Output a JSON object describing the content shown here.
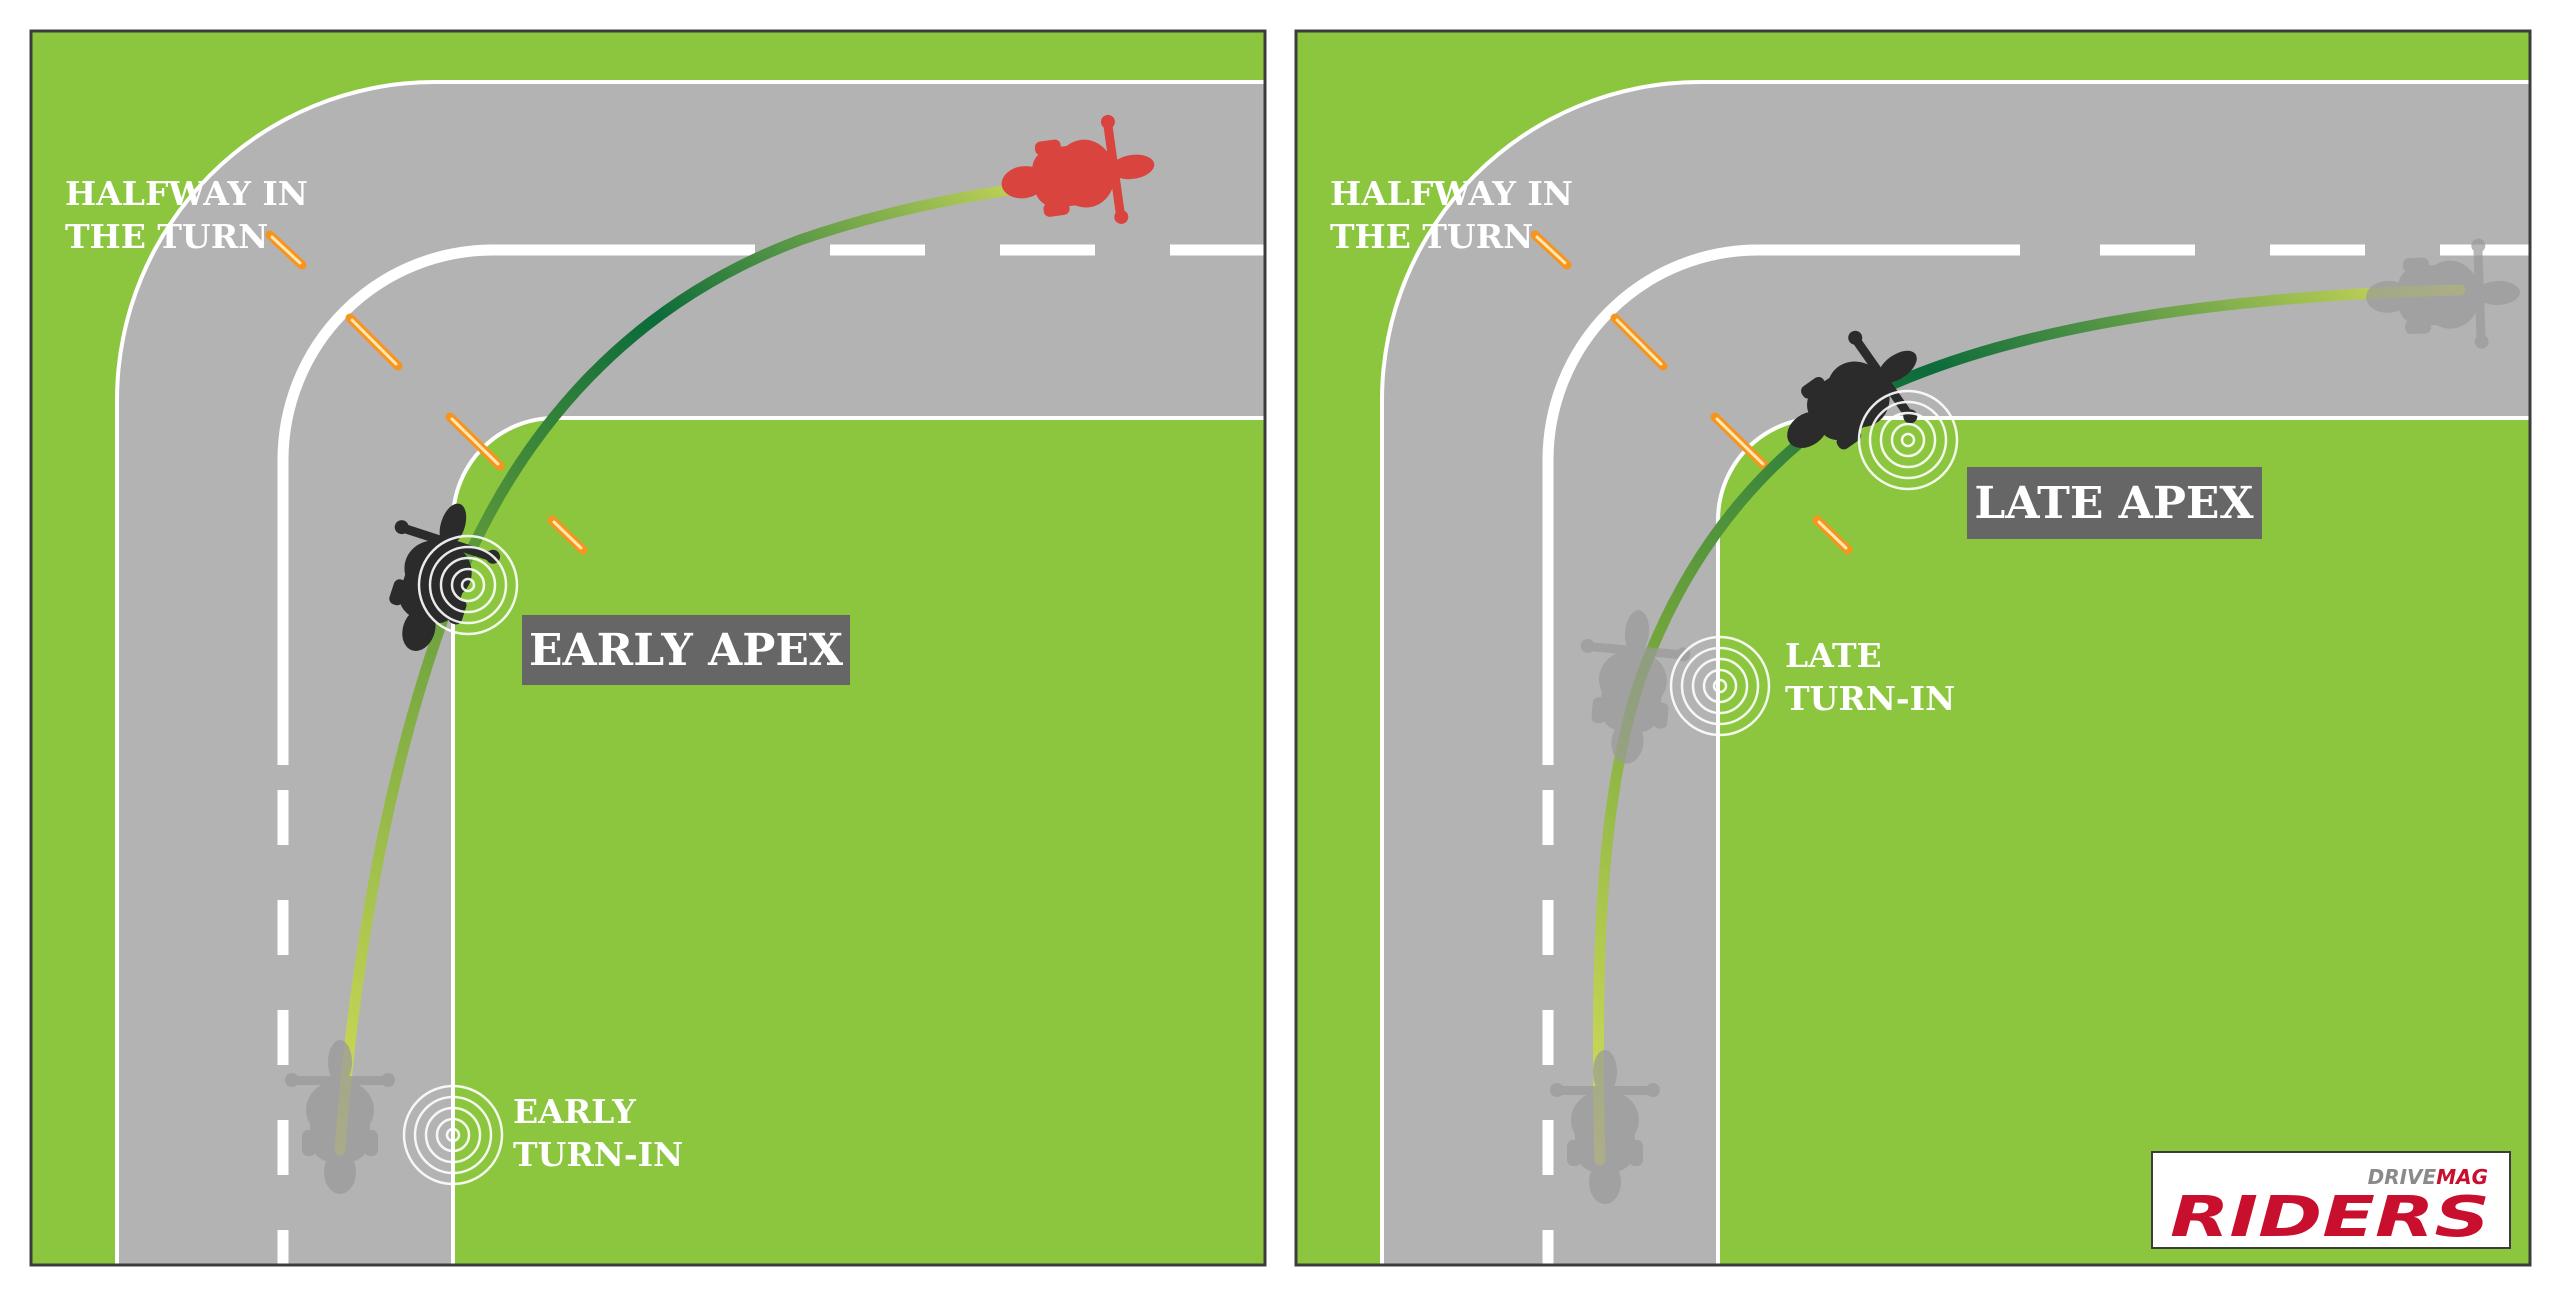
{
  "colors": {
    "grass": "#8cc63f",
    "asphalt": "#b3b3b3",
    "line": "#ffffff",
    "marker": "#f7941d",
    "label_box": "#666666",
    "path_start": "#d7df5a",
    "path_end": "#0b6b3a",
    "bike_active": "#2b2b2b",
    "bike_ghost": "#9a9a9a",
    "bike_red": "#d9443f",
    "logo_red": "#c8102e",
    "logo_grey": "#8a8a8a"
  },
  "left_panel": {
    "halfway_line1": "HALFWAY IN",
    "halfway_line2": "THE TURN",
    "apex_label": "EARLY APEX",
    "turnin_line1": "EARLY",
    "turnin_line2": "TURN-IN"
  },
  "right_panel": {
    "halfway_line1": "HALFWAY IN",
    "halfway_line2": "THE TURN",
    "apex_label": "LATE APEX",
    "turnin_line1": "LATE",
    "turnin_line2": "TURN-IN"
  },
  "logo": {
    "top_drive": "DRIVE",
    "top_mag": "MAG",
    "main": "RIDERS"
  },
  "icons": [
    "motorcycle-icon",
    "target-ring-icon",
    "marker-cone-icon"
  ]
}
